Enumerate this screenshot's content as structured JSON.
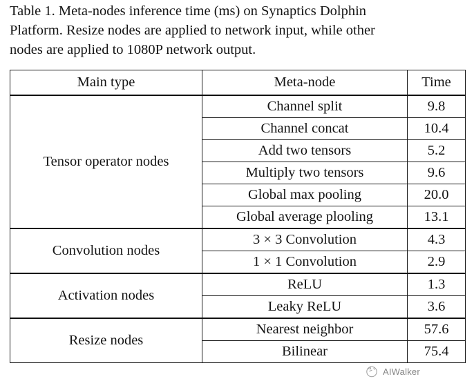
{
  "caption": {
    "full": "Table 1. Meta-nodes inference time (ms) on Synaptics Dolphin Platform. Resize nodes are applied to network input, while other nodes are applied to 1080P network output.",
    "line1": "Table 1. Meta-nodes inference time (ms) on Synaptics Dolphin",
    "line2": "Platform. Resize nodes are applied to network input, while other",
    "line3": "nodes are applied to 1080P network output."
  },
  "table": {
    "headers": {
      "main_type": "Main type",
      "meta_node": "Meta-node",
      "time": "Time"
    },
    "groups": [
      {
        "main_type": "Tensor operator nodes",
        "rows": [
          {
            "meta_node": "Channel split",
            "time": "9.8"
          },
          {
            "meta_node": "Channel concat",
            "time": "10.4"
          },
          {
            "meta_node": "Add two tensors",
            "time": "5.2"
          },
          {
            "meta_node": "Multiply two tensors",
            "time": "9.6"
          },
          {
            "meta_node": "Global max pooling",
            "time": "20.0"
          },
          {
            "meta_node": "Global average plooling",
            "time": "13.1"
          }
        ]
      },
      {
        "main_type": "Convolution nodes",
        "rows": [
          {
            "meta_node": "3 × 3 Convolution",
            "time": "4.3"
          },
          {
            "meta_node": "1 × 1 Convolution",
            "time": "2.9"
          }
        ]
      },
      {
        "main_type": "Activation nodes",
        "rows": [
          {
            "meta_node": "ReLU",
            "time": "1.3"
          },
          {
            "meta_node": "Leaky ReLU",
            "time": "3.6"
          }
        ]
      },
      {
        "main_type": "Resize nodes",
        "rows": [
          {
            "meta_node": "Nearest neighbor",
            "time": "57.6"
          },
          {
            "meta_node": "Bilinear",
            "time": "75.4"
          }
        ]
      }
    ]
  },
  "watermark": {
    "text": "AIWalker",
    "logo": "circle-logo-icon",
    "color": "#3a3a3a"
  }
}
